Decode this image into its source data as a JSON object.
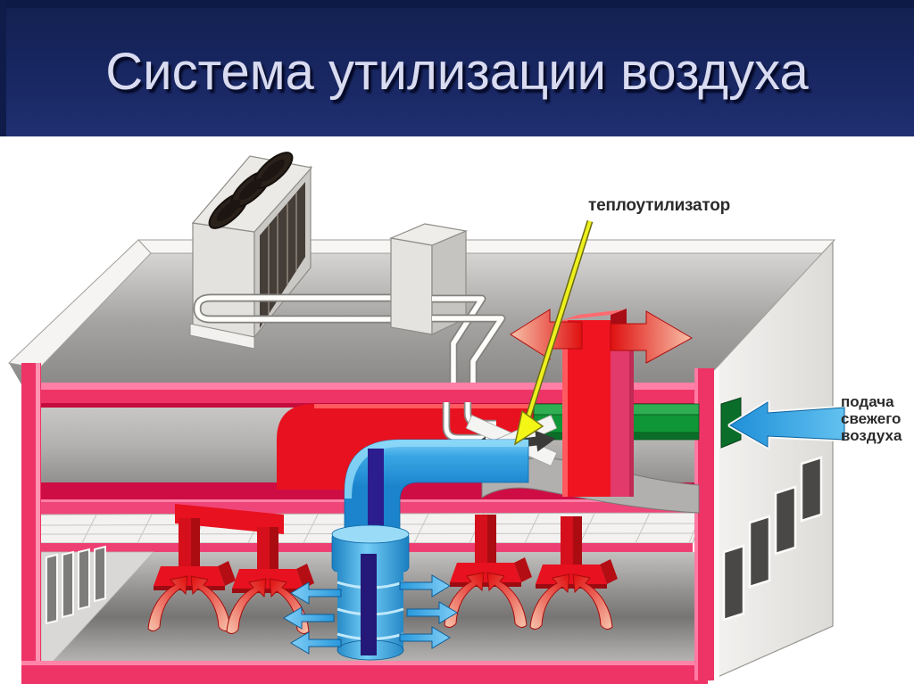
{
  "slide": {
    "title": "Система утилизации воздуха"
  },
  "labels": {
    "heat_recovery_unit": "теплоутилизатор",
    "fresh_air_supply": {
      "line1": "подача",
      "line2": "свежего",
      "line3": "воздуха"
    }
  },
  "icons": {
    "exhaust_roof_arrows": "red-double-spread-arrow",
    "fresh_air_arrow": "blue-left-arrow",
    "room_exhaust_arrows": "red-curved-up-arrows",
    "supply_air_arrows": "blue-small-horizontal-arrows",
    "heat_recovery_pointer": "yellow-arrow-line",
    "heat_exchanger": "x-cross-plates"
  },
  "colors": {
    "header_background": "#16245c",
    "header_top_strip": "#0d1a45",
    "title_text": "#d9dbf1",
    "slide_background": "#ffffff",
    "structure_pink": "#ee3467",
    "return_duct_crimson": "#ce0d44",
    "exhaust_duct_red": "#e8111f",
    "supply_duct_blue": "#2196dd",
    "supply_stripe_navy": "#2b1d8e",
    "fresh_air_duct_green": "#0f9636",
    "fresh_air_arrow_blue": "#2e9de2",
    "pointer_yellow": "#eef01e",
    "building_gray": "#c8c7c5",
    "label_text": "#2b2b2b"
  }
}
